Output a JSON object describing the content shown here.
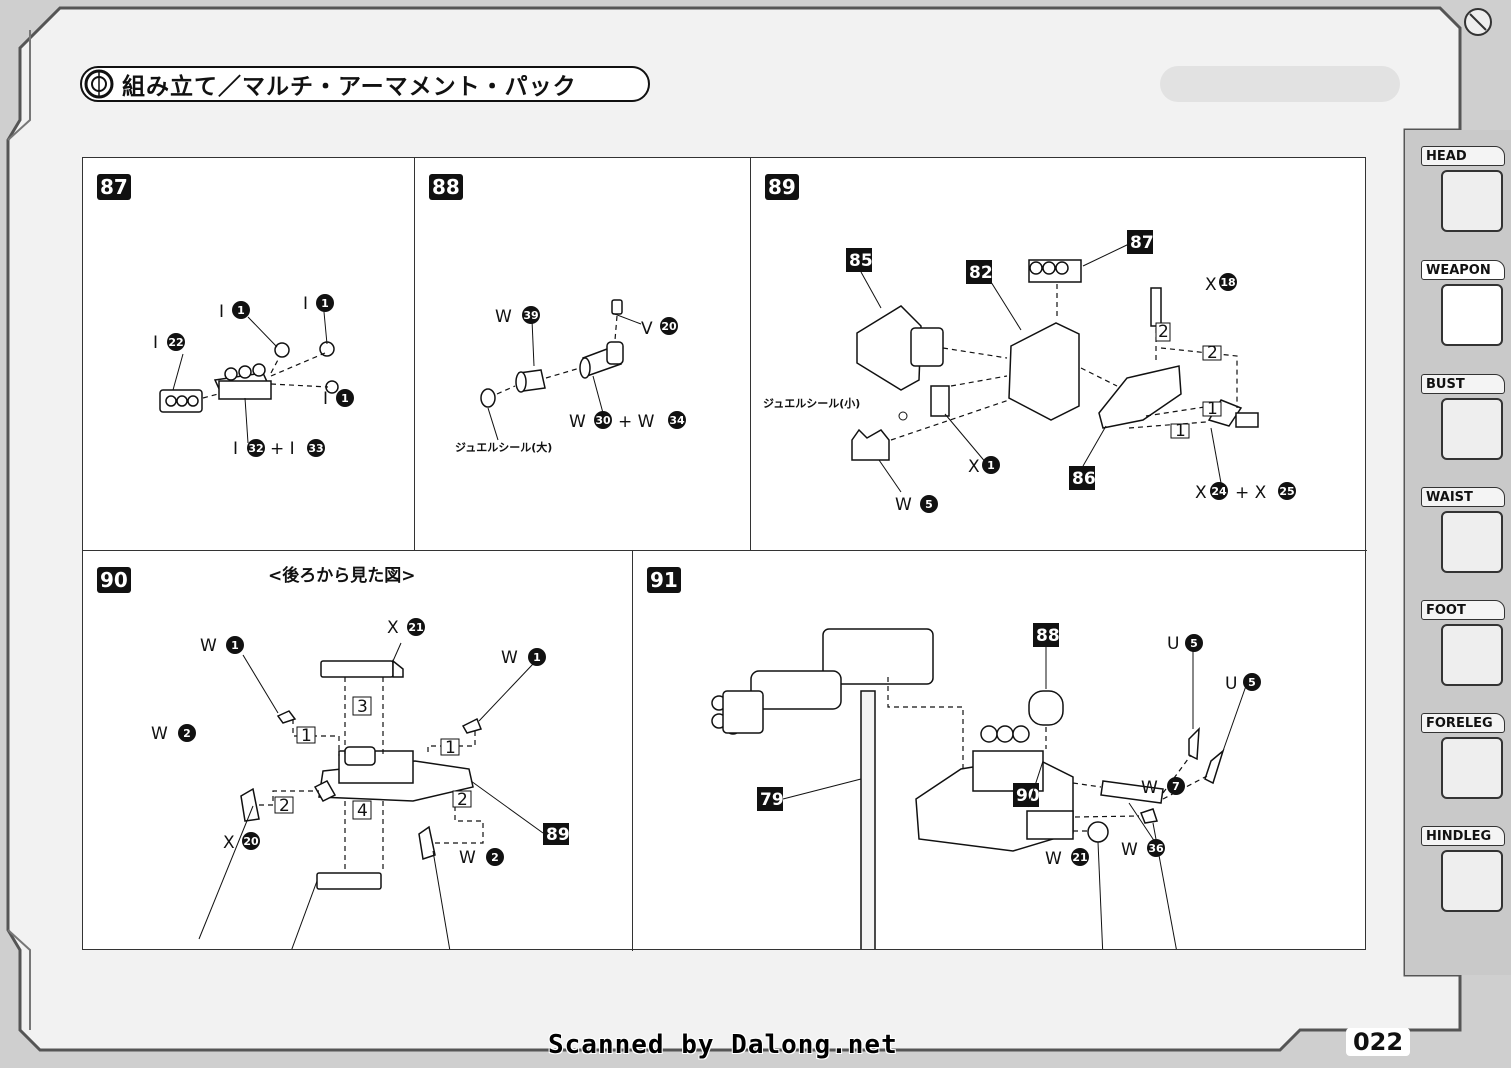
{
  "title": "組み立て／マルチ・アーマメント・パック",
  "steps": {
    "s87": {
      "num": "87"
    },
    "s88": {
      "num": "88",
      "jewel_label": "ジュエルシール(大)"
    },
    "s89": {
      "num": "89",
      "jewel_label": "ジュエルシール(小)",
      "ref_85": "85",
      "ref_82": "82",
      "ref_87": "87",
      "ref_86": "86"
    },
    "s90": {
      "num": "90",
      "caption": "<後ろから見た図>",
      "ref_89": "89"
    },
    "s91": {
      "num": "91",
      "ref_88": "88",
      "ref_90": "90",
      "ref_79": "79"
    }
  },
  "side_tabs": [
    {
      "label": "HEAD",
      "active": false
    },
    {
      "label": "WEAPON",
      "active": true
    },
    {
      "label": "BUST",
      "active": false
    },
    {
      "label": "WAIST",
      "active": false
    },
    {
      "label": "FOOT",
      "active": false
    },
    {
      "label": "FORELEG",
      "active": false
    },
    {
      "label": "HINDLEG",
      "active": false
    }
  ],
  "footer": {
    "watermark": "Scanned by Dalong.net",
    "page_number": "022"
  }
}
